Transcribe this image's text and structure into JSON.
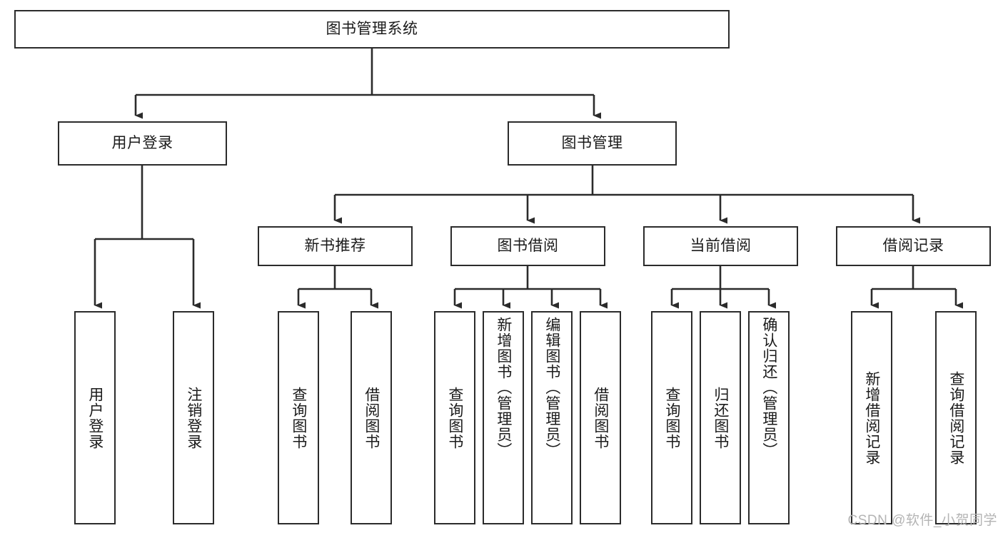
{
  "diagram": {
    "title": "图书管理系统",
    "type": "tree",
    "root": {
      "label": "图书管理系统",
      "orientation": "horizontal"
    },
    "level1": [
      {
        "label": "用户登录",
        "orientation": "horizontal"
      },
      {
        "label": "图书管理",
        "orientation": "horizontal"
      }
    ],
    "level2": [
      {
        "label": "新书推荐",
        "orientation": "horizontal",
        "parent": "图书管理"
      },
      {
        "label": "图书借阅",
        "orientation": "horizontal",
        "parent": "图书管理"
      },
      {
        "label": "当前借阅",
        "orientation": "horizontal",
        "parent": "图书管理"
      },
      {
        "label": "借阅记录",
        "orientation": "horizontal",
        "parent": "图书管理"
      }
    ],
    "leaves": [
      {
        "label": "用户登录",
        "orientation": "vertical",
        "parent": "用户登录"
      },
      {
        "label": "注销登录",
        "orientation": "vertical",
        "parent": "用户登录"
      },
      {
        "label": "查询图书",
        "orientation": "vertical",
        "parent": "新书推荐"
      },
      {
        "label": "借阅图书",
        "orientation": "vertical",
        "parent": "新书推荐"
      },
      {
        "label": "查询图书",
        "orientation": "vertical",
        "parent": "图书借阅"
      },
      {
        "label": "新增图书（管理员）",
        "orientation": "vertical",
        "parent": "图书借阅"
      },
      {
        "label": "编辑图书（管理员）",
        "orientation": "vertical",
        "parent": "图书借阅"
      },
      {
        "label": "借阅图书",
        "orientation": "vertical",
        "parent": "图书借阅"
      },
      {
        "label": "查询图书",
        "orientation": "vertical",
        "parent": "当前借阅"
      },
      {
        "label": "归还图书",
        "orientation": "vertical",
        "parent": "当前借阅"
      },
      {
        "label": "确认归还（管理员）",
        "orientation": "vertical",
        "parent": "当前借阅"
      },
      {
        "label": "新增借阅记录",
        "orientation": "vertical",
        "parent": "借阅记录"
      },
      {
        "label": "查询借阅记录",
        "orientation": "vertical",
        "parent": "借阅记录"
      }
    ],
    "colors": {
      "node_border": "#2b2b2b",
      "node_fill": "#ffffff",
      "edge": "#2b2b2b",
      "text": "#1a1a1a",
      "watermark": "#b4b4b4",
      "background": "#ffffff"
    }
  },
  "watermark": {
    "text": "CSDN @软件_小贺同学"
  }
}
